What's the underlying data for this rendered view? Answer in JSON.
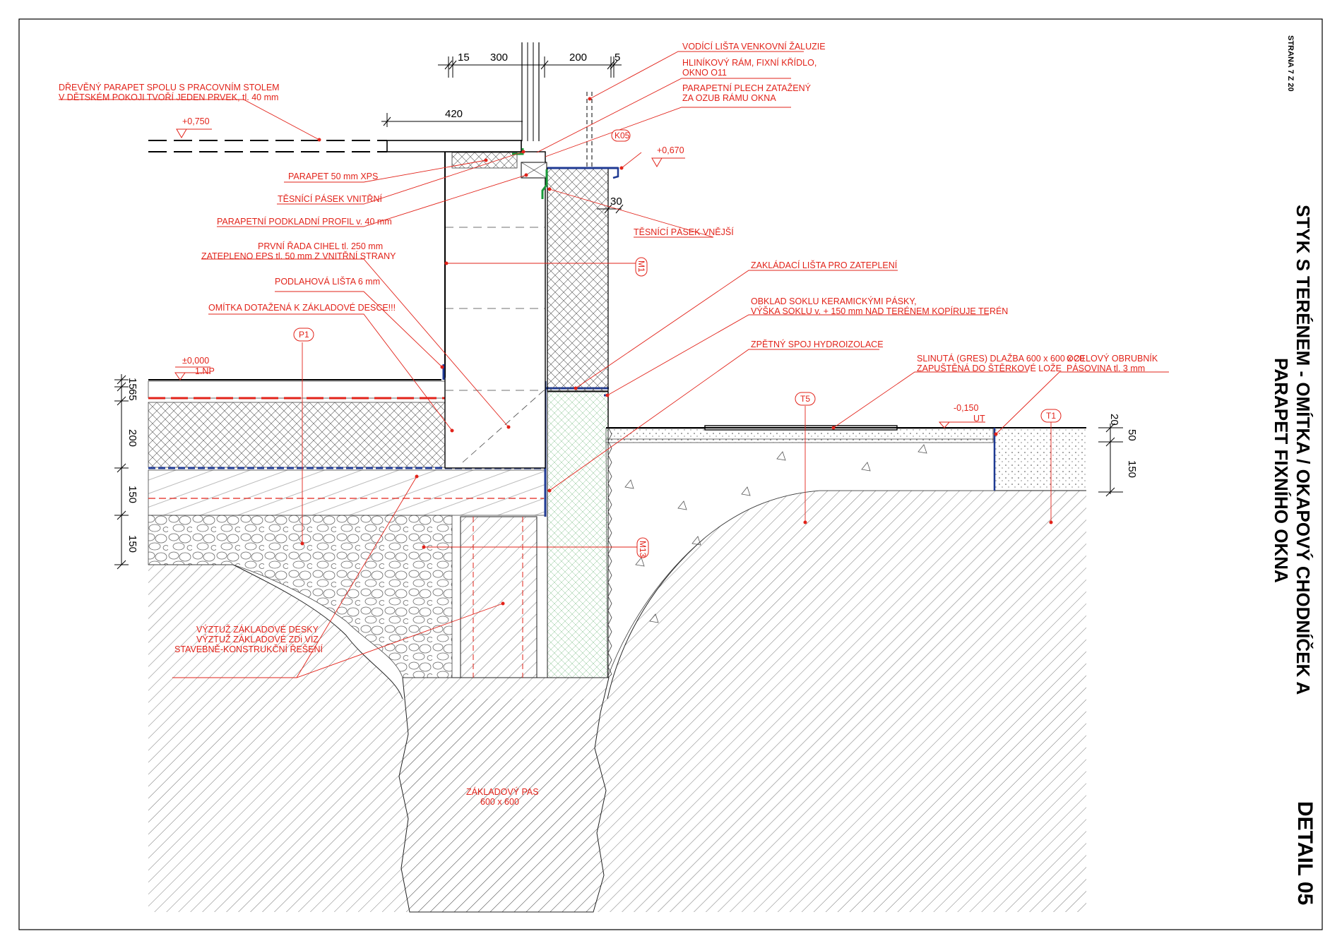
{
  "sheet": {
    "page": "STRANA 7 Z 20",
    "title_line1": "STYK S TERÉNEM - OMÍTKA / OKAPOVÝ CHODNÍČEK A",
    "title_line2": "PARAPET FIXNÍHO OKNA",
    "detail": "DETAIL 05"
  },
  "labels": {
    "wood_sill_1": "DŘEVĚNÝ PARAPET SPOLU S PRACOVNÍM STOLEM",
    "wood_sill_2": "V DĚTSKÉM POKOJI TVOŘÍ JEDEN PRVEK, tl. 40 mm",
    "blind_rail": "VODÍCÍ LIŠTA VENKOVNÍ ŽALUZIE",
    "frame_1": "HLINÍKOVÝ RÁM, FIXNÍ KŘÍDLO,",
    "frame_2": "OKNO O11",
    "flashing_1": "PARAPETNÍ PLECH ZATAŽENÝ",
    "flashing_2": "ZA OZUB RÁMU OKNA",
    "xps": "PARAPET 50 mm XPS",
    "inner_tape": "TĚSNÍCÍ PÁSEK VNITŘNÍ",
    "sill_profile": "PARAPETNÍ PODKLADNÍ PROFIL v. 40 mm",
    "outer_tape": "TĚSNÍCÍ PÁSEK VNĚJŠÍ",
    "brick_1": "PRVNÍ ŘADA CIHEL tl. 250 mm",
    "brick_2": "ZATEPLENO EPS tl. 50 mm Z VNITŘNÍ STRANY",
    "floor_strip": "PODLAHOVÁ LIŠTA 6 mm",
    "plaster": "OMÍTKA DOTAŽENÁ K ZÁKLADOVÉ DESCE!!!",
    "base_rail": "ZAKLÁDACÍ LIŠTA PRO ZATEPLENÍ",
    "plinth_1": "OBKLAD SOKLU KERAMICKÝMI PÁSKY,",
    "plinth_2": "VÝŠKA SOKLU v. + 150 mm NAD TERÉNEM KOPÍRUJE TERÉN",
    "waterproof": "ZPĚTNÝ SPOJ HYDROIZOLACE",
    "tiles_1": "SLINUTÁ (GRES) DLAŽBA 600 x 600 x 20",
    "tiles_2": "ZAPUŠTĚNÁ DO ŠTĚRKOVÉ LOŽE",
    "curb_1": "OCELOVÝ OBRUBNÍK",
    "curb_2": "PÁSOVINA tl. 3 mm",
    "rebar_1": "VÝZTUŽ ZÁKLADOVÉ DESKY",
    "rebar_2": "VÝZTUŽ ZÁKLADOVÉ ZDi VIZ",
    "rebar_3": "STAVEBNĚ-KONSTRUKČNÍ ŘEŠENÍ",
    "footing_1": "ZÁKLADOVÝ PAS",
    "footing_2": "600 x 600"
  },
  "levels": {
    "sill": "+0,750",
    "outer_sill": "+0,670",
    "floor": "±0,000",
    "floor_name": "1.NP",
    "terrain": "-0,150",
    "terrain_name": "UT"
  },
  "tags": {
    "k05": "K05",
    "m1": "M1",
    "p1": "P1",
    "t5": "T5",
    "t1": "T1",
    "m13": "M13"
  },
  "dims": {
    "d15": "15",
    "d300": "300",
    "d200": "200",
    "d5": "5",
    "d420": "420",
    "d30": "30",
    "v15": "15",
    "v65": "65",
    "v200": "200",
    "v150a": "150",
    "v150b": "150",
    "r20": "20",
    "r50": "50",
    "r150": "150"
  },
  "colors": {
    "annotation": "#e2231a",
    "waterproofing": "#1f3a93",
    "seal": "#1a9a3a",
    "lines": "#000000"
  }
}
